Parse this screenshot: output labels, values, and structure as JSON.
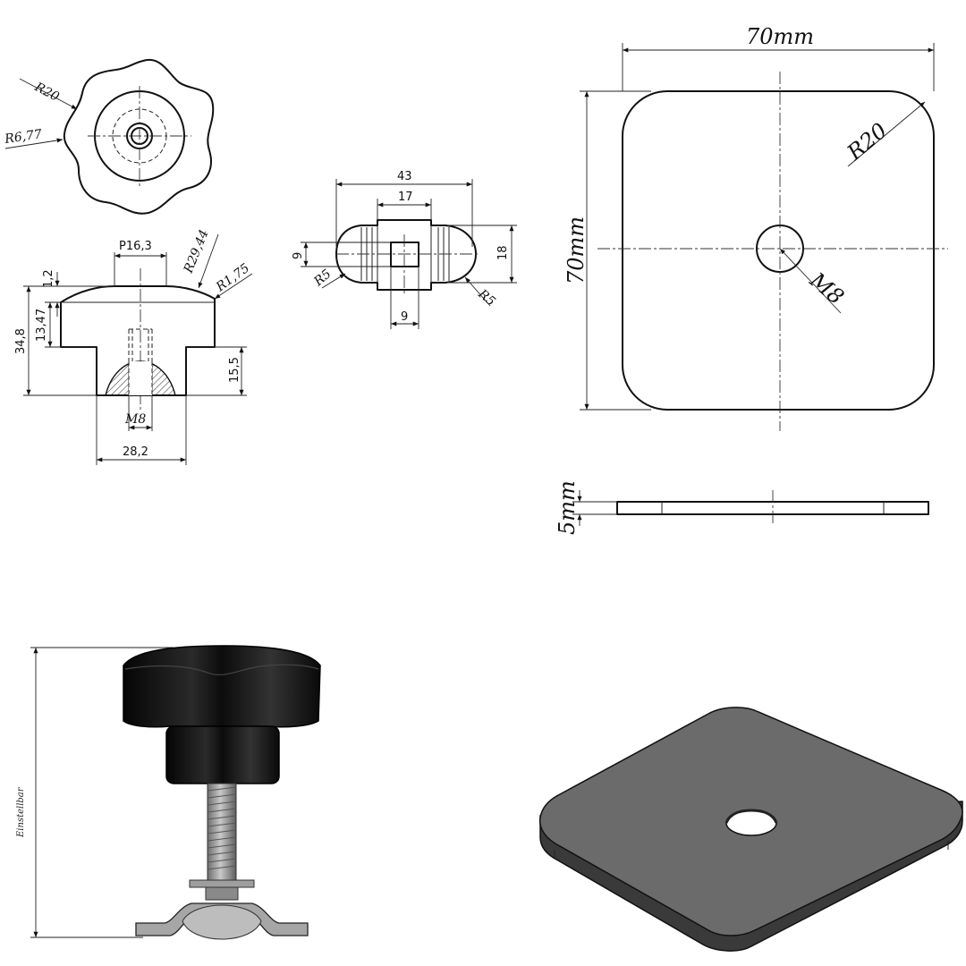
{
  "knob_top": {
    "r_outer": "R20",
    "r_lobe": "R6,77"
  },
  "knob_side": {
    "top_diameter": "P16,3",
    "top_radius": "R29,44",
    "edge_radius": "R1,75",
    "cap_step": "1,2",
    "total_height": "34,8",
    "head_height": "13,47",
    "shank_height": "15,5",
    "thread": "M8",
    "shank_width": "28,2"
  },
  "bar": {
    "length": "43",
    "center_width": "17",
    "height_small": "9",
    "height": "18",
    "bottom_width": "9",
    "radius_left": "R5",
    "radius_right": "R5"
  },
  "plate": {
    "width": "70mm",
    "height": "70mm",
    "corner_radius": "R20",
    "hole": "M8",
    "thickness": "5mm"
  },
  "assembly": {
    "adjust_label": "Einstellbar"
  },
  "colors": {
    "knob": "#111111",
    "plate_face": "#6b6b6b",
    "plate_edge": "#3a3a3a",
    "metal": "#9a9a9a"
  }
}
